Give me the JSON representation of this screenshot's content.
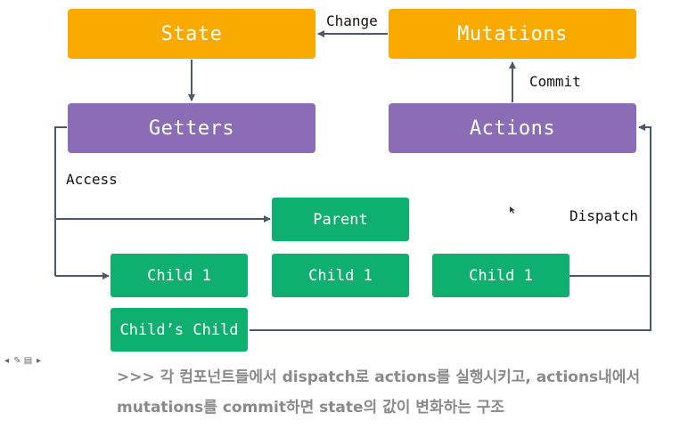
{
  "diagram": {
    "nodes": {
      "state": "State",
      "mutations": "Mutations",
      "getters": "Getters",
      "actions": "Actions",
      "parent": "Parent",
      "child_a": "Child 1",
      "child_b": "Child 1",
      "child_c": "Child 1",
      "childs_child": "Child’s Child"
    },
    "edge_labels": {
      "change": "Change",
      "commit": "Commit",
      "access": "Access",
      "dispatch": "Dispatch"
    },
    "colors": {
      "store_box": "#f8aa00",
      "vuex_box": "#8a6db4",
      "component_box": "#0fb06f",
      "arrow": "#4a5a6a"
    }
  },
  "toolbar": {
    "icons": [
      "arrow-left-icon",
      "pencil-icon",
      "document-icon",
      "arrow-right-icon"
    ]
  },
  "note": {
    "text": ">>> 각 컴포넌트들에서 dispatch로 actions를 실행시키고, actions내에서 mutations를 commit하면 state의 값이 변화하는 구조"
  }
}
